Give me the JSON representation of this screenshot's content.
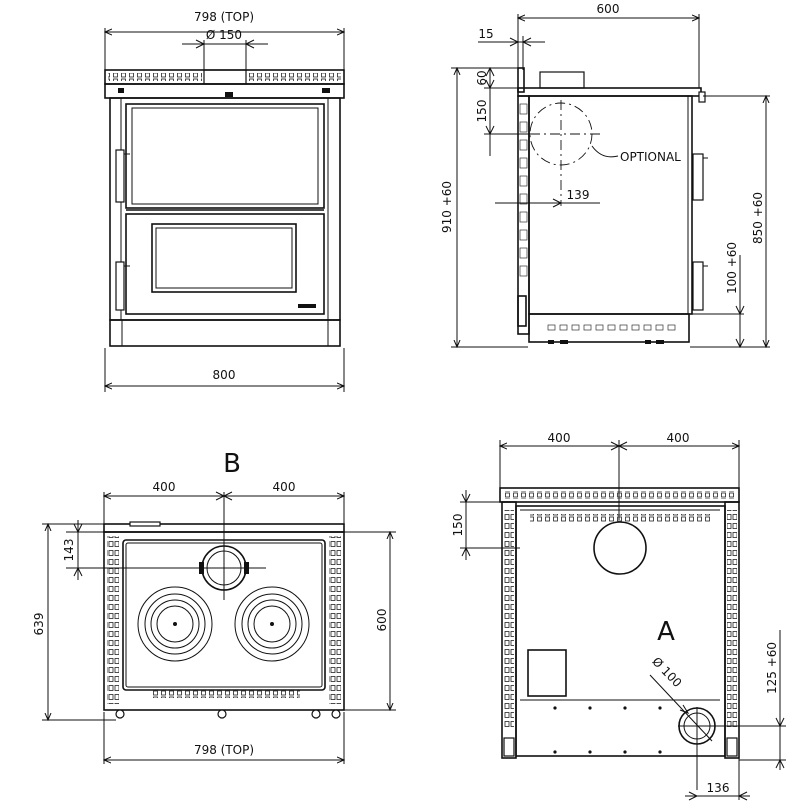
{
  "front_view": {
    "top_width_label": "798  (TOP)",
    "flue_diameter_label": "Ø 150",
    "bottom_width_label": "800"
  },
  "side_view": {
    "depth_label": "600",
    "offset_label": "15",
    "top_gap_label": "60",
    "flue_height_label": "150",
    "optional_label": "OPTIONAL",
    "flue_offset_label": "139",
    "total_height_label": "910  +60",
    "body_height_label": "850  +60",
    "foot_height_label": "100  +60"
  },
  "top_view": {
    "view_letter": "B",
    "left_half_label": "400",
    "right_half_label": "400",
    "flue_offset_label": "143",
    "depth_with_back_label": "639",
    "depth_label": "600",
    "width_label": "798  (TOP)"
  },
  "rear_view": {
    "left_half_label": "400",
    "right_half_label": "400",
    "flue_height_label": "150",
    "view_letter": "A",
    "pipe_diameter_label": "Ø 100",
    "pipe_height_label": "125  +60",
    "pipe_offset_label": "136"
  }
}
